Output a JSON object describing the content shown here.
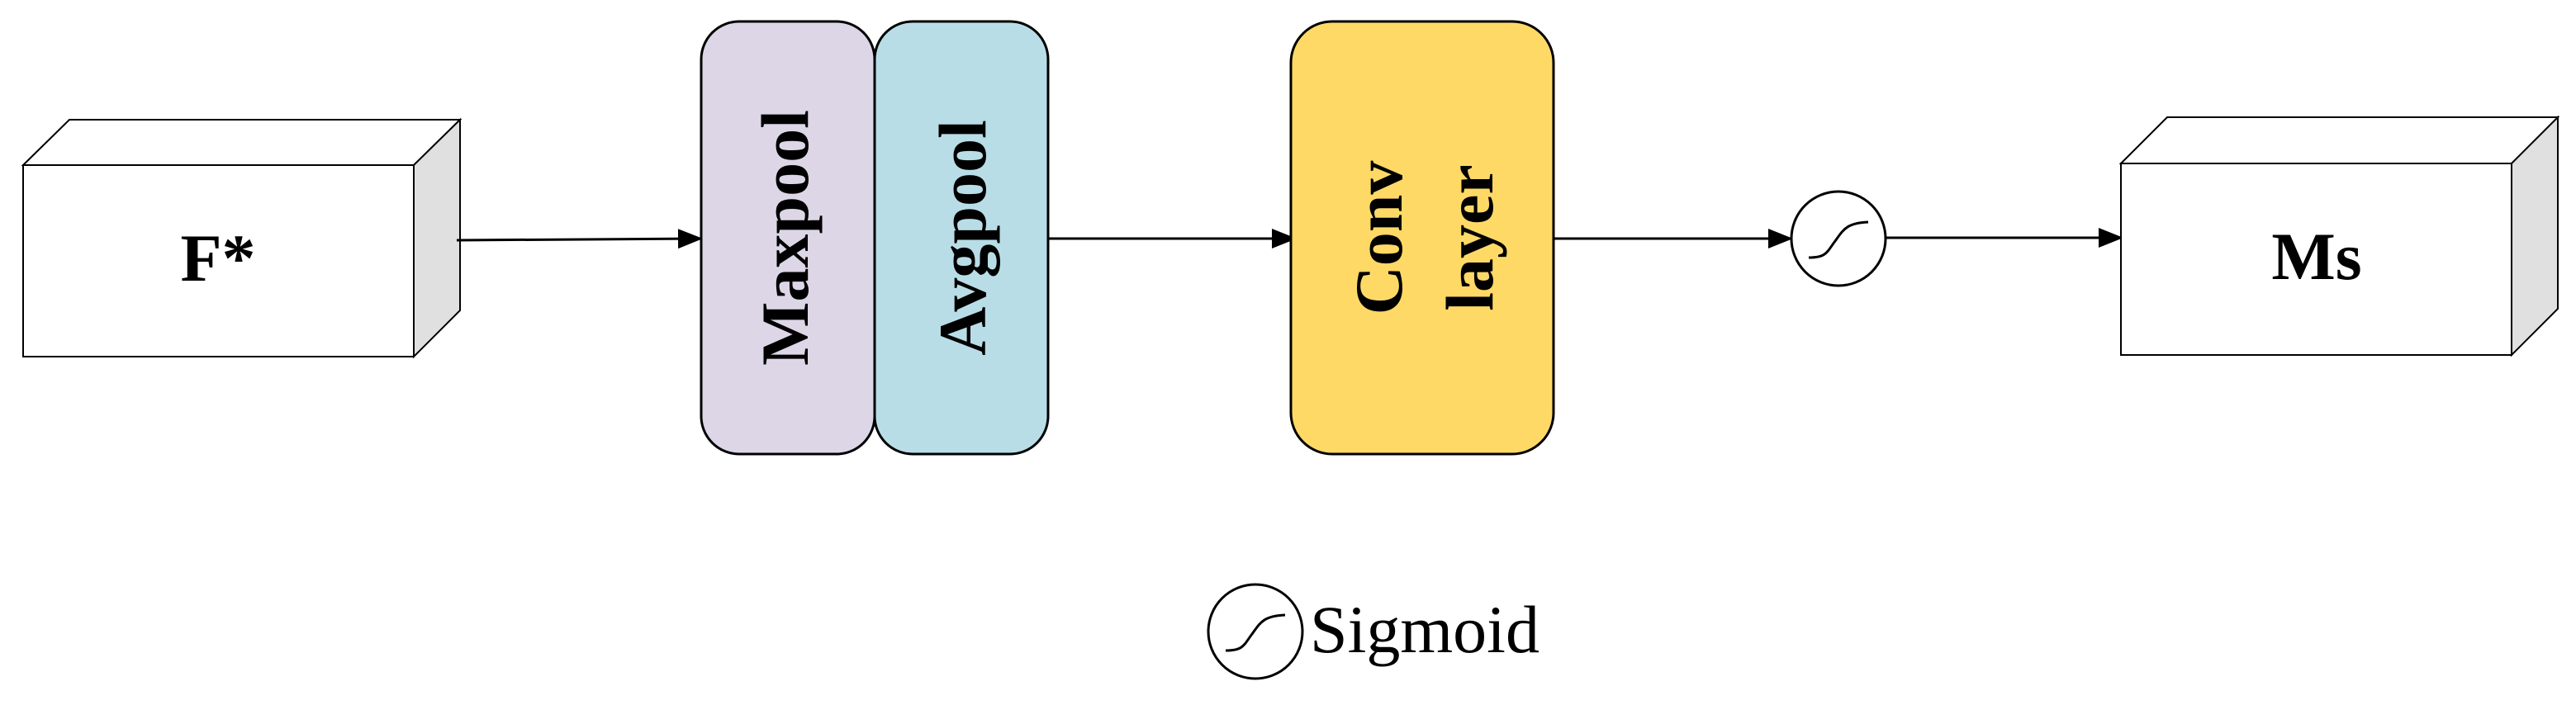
{
  "input_block": {
    "label": "F*"
  },
  "pool_blocks": [
    {
      "label": "Maxpool",
      "color": "#dcd6e6"
    },
    {
      "label": "Avgpool",
      "color": "#b9dde7"
    }
  ],
  "conv_block": {
    "label_line1": "Conv",
    "label_line2": "layer",
    "color": "#fed966"
  },
  "sigmoid_node": {
    "icon": "sigmoid-icon"
  },
  "output_block": {
    "label": "Ms"
  },
  "legend": {
    "icon": "sigmoid-icon",
    "label": "Sigmoid"
  },
  "colors": {
    "stroke": "#000000",
    "box_fill": "#ffffff",
    "box_side": "#e0e0e0"
  }
}
